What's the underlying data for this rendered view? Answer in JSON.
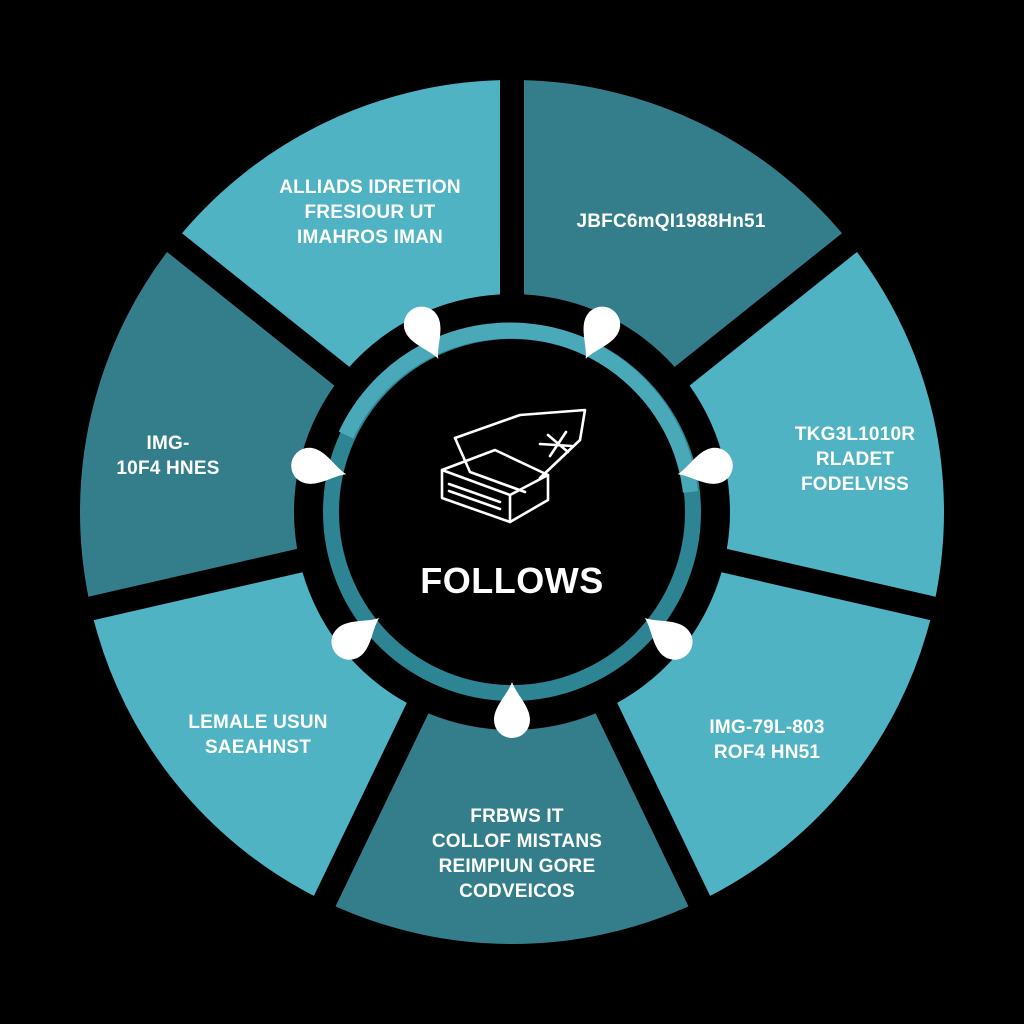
{
  "colors": {
    "background": "#000000",
    "segment_light": "#4fb3c4",
    "segment_dark": "#347e8c",
    "ring": "#2d8593",
    "ring_highlight": "#4aa9b8",
    "pointer": "#ffffff",
    "text_on_light": "#ffffff",
    "text_on_dark": "#ffffff"
  },
  "center": {
    "title": "FOLLOWS",
    "icon": "inbox-tray-icon"
  },
  "segments": [
    {
      "id": "top-left",
      "shade": "light",
      "lines": [
        "ALLIADS IDRETION",
        "FRESIOUR UT",
        "IMAHROS IMAN"
      ]
    },
    {
      "id": "top-right",
      "shade": "dark",
      "lines": [
        "JBFC6mQI⁦1988Hn51"
      ]
    },
    {
      "id": "right",
      "shade": "light",
      "lines": [
        "TKG3L1010R",
        "RLADET",
        "FODELVISS"
      ]
    },
    {
      "id": "bottom-right",
      "shade": "light",
      "lines": [
        "IMG-79L-803",
        "ROF4 HN51"
      ]
    },
    {
      "id": "bottom",
      "shade": "dark",
      "lines": [
        "FRBWS IT",
        "COLLOF MISTANS",
        "REIMPIUN GORE",
        "CODVEICOS"
      ]
    },
    {
      "id": "bottom-left",
      "shade": "light",
      "lines": [
        "LEMALE USUN",
        "SAEAHNST"
      ]
    },
    {
      "id": "left",
      "shade": "dark",
      "lines": [
        "IMG-",
        "10F4 HNES"
      ]
    }
  ]
}
